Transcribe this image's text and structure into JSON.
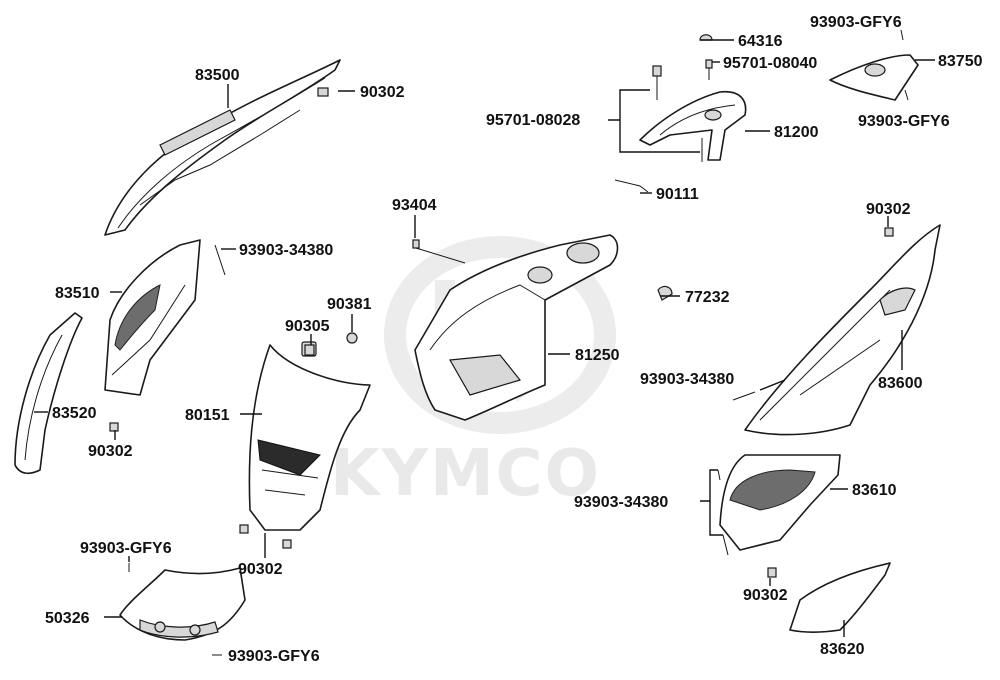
{
  "watermark": {
    "brand": "KYMCO"
  },
  "labels": {
    "l83500": "83500",
    "l90302_a": "90302",
    "l93903_34380_a": "93903-34380",
    "l83510": "83510",
    "l83520": "83520",
    "l90302_b": "90302",
    "l93404": "93404",
    "l90381": "90381",
    "l90305": "90305",
    "l80151": "80151",
    "l90302_c": "90302",
    "l93903_gfy6_a": "93903-GFY6",
    "l50326": "50326",
    "l93903_gfy6_b": "93903-GFY6",
    "l81250": "81250",
    "l64316": "64316",
    "l95701_08040": "95701-08040",
    "l95701_08028": "95701-08028",
    "l81200": "81200",
    "l90111": "90111",
    "l93903_gfy6_c": "93903-GFY6",
    "l83750": "83750",
    "l93903_gfy6_d": "93903-GFY6",
    "l77232": "77232",
    "l90302_d": "90302",
    "l93903_34380_b": "93903-34380",
    "l83600": "83600",
    "l93903_34380_c": "93903-34380",
    "l83610": "83610",
    "l90302_e": "90302",
    "l83620": "83620"
  }
}
